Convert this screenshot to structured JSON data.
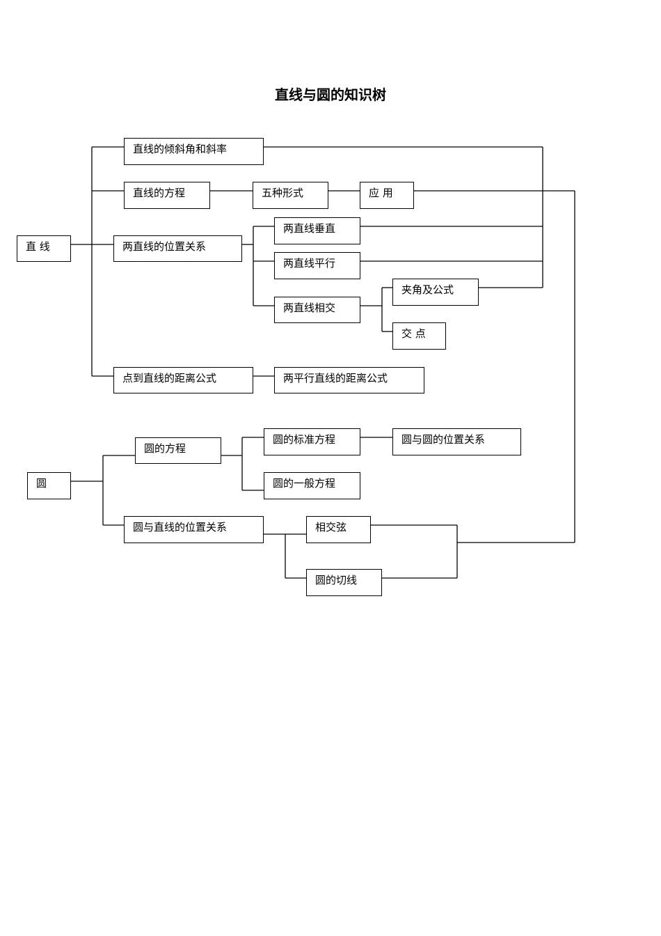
{
  "title": "直线与圆的知识树",
  "nodes": {
    "line": "直 线",
    "line_slope": "直线的倾斜角和斜率",
    "line_equation": "直线的方程",
    "five_forms": "五种形式",
    "application": "应 用",
    "two_lines_relation": "两直线的位置关系",
    "perpendicular": "两直线垂直",
    "parallel": "两直线平行",
    "intersect": "两直线相交",
    "angle_formula": "夹角及公式",
    "intersection_point": "交 点",
    "point_line_distance": "点到直线的距离公式",
    "parallel_lines_distance": "两平行直线的距离公式",
    "circle": "圆",
    "circle_equation": "圆的方程",
    "standard_equation": "圆的标准方程",
    "circle_circle_relation": "圆与圆的位置关系",
    "general_equation": "圆的一般方程",
    "circle_line_relation": "圆与直线的位置关系",
    "chord": "相交弦",
    "tangent": "圆的切线"
  }
}
